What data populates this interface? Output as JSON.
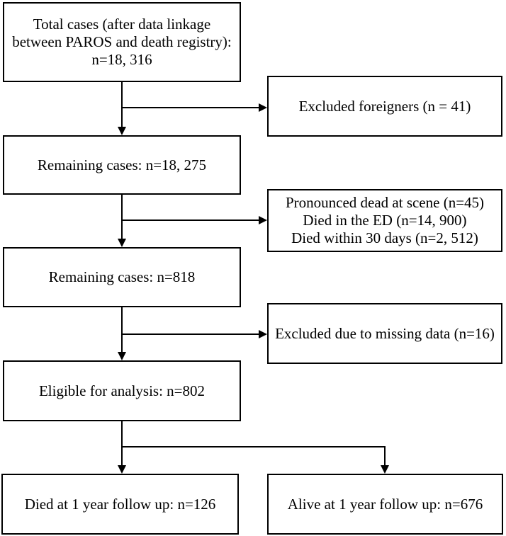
{
  "flowchart": {
    "boxes": {
      "total_cases": "Total cases (after data linkage\nbetween PAROS and death registry):\nn=18, 316",
      "excluded_foreigners": "Excluded foreigners (n = 41)",
      "remaining_cases_1": "Remaining cases: n=18, 275",
      "excluded_deaths": "Pronounced dead at scene (n=45)\nDied in the ED (n=14, 900)\nDied within 30 days (n=2, 512)",
      "remaining_cases_2": "Remaining cases: n=818",
      "excluded_missing_data": "Excluded due to missing data (n=16)",
      "eligible_for_analysis": "Eligible for analysis: n=802",
      "died_1_year": "Died at 1 year follow up: n=126",
      "alive_1_year": "Alive at 1 year follow up: n=676"
    },
    "colors": {
      "line": "#000000",
      "text": "#000000",
      "background": "#ffffff",
      "box_fill": "#ffffff"
    }
  }
}
